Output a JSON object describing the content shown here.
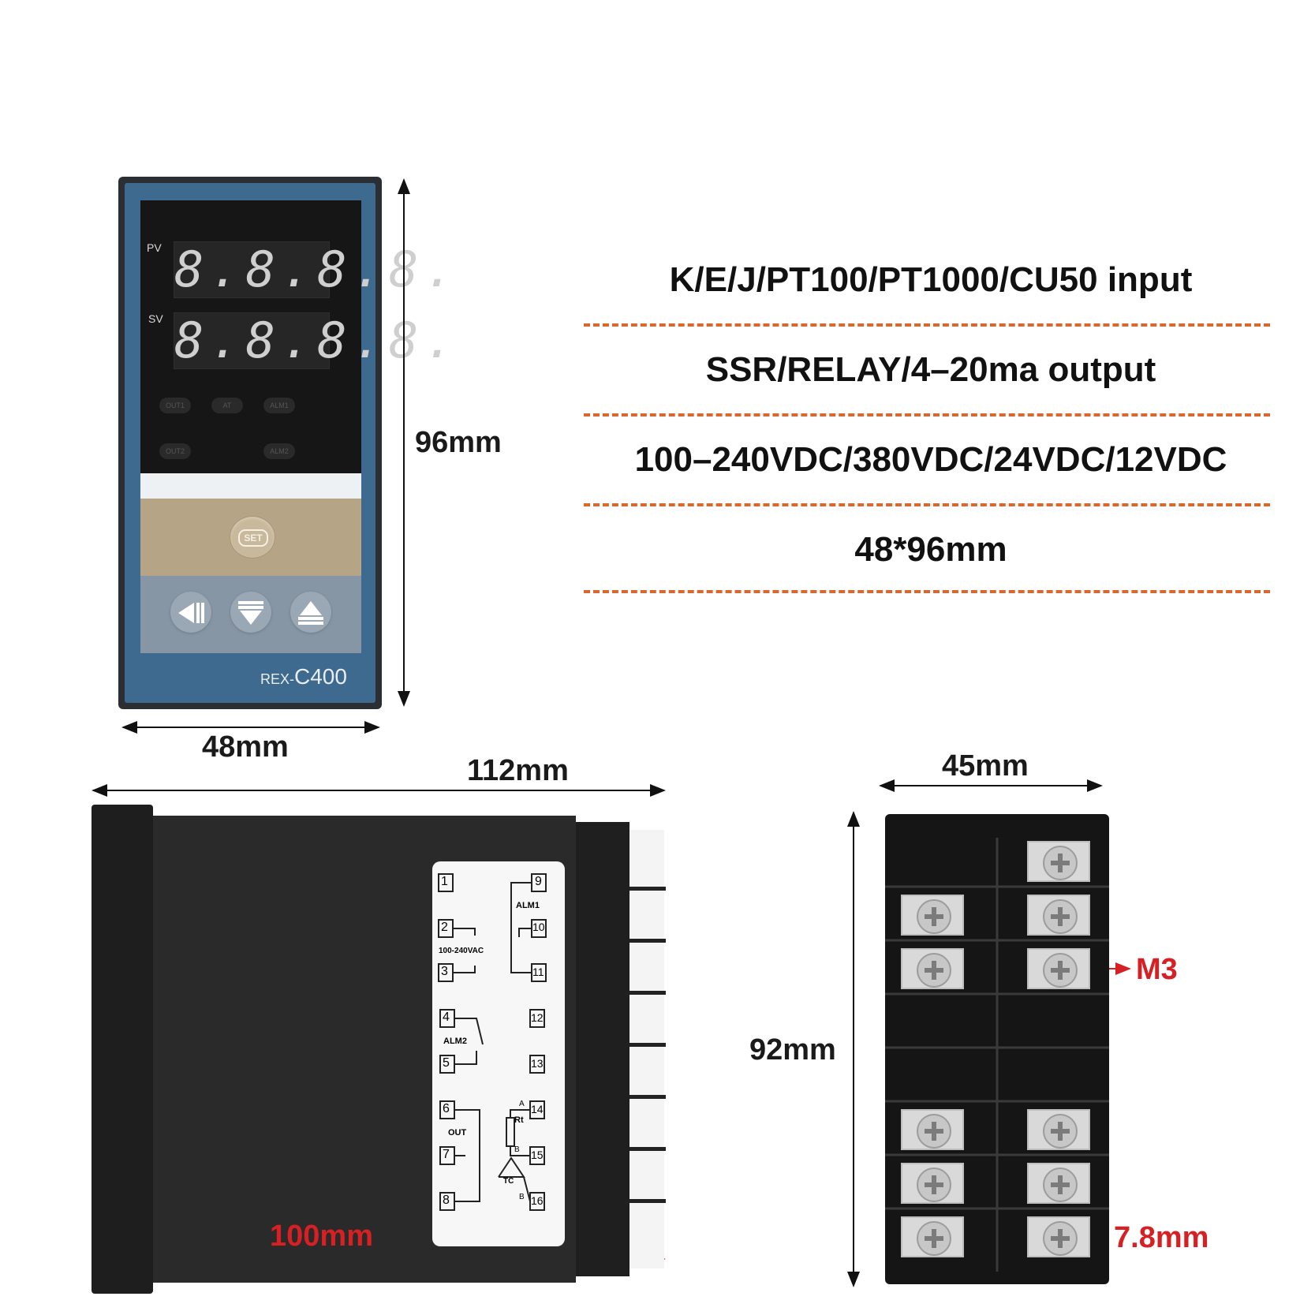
{
  "front_panel": {
    "pv_label": "PV",
    "sv_label": "SV",
    "pv_display": "8.8.8.8.",
    "sv_display": "8.8.8.8.",
    "leds": [
      "OUT1",
      "AT",
      "ALM1",
      "OUT2",
      "ALM2"
    ],
    "set_label": "SET",
    "model_prefix": "REX-",
    "model_name": "C400"
  },
  "dimensions": {
    "height": "96mm",
    "width": "48mm",
    "depth_total": "112mm",
    "depth_body": "100mm",
    "rear_width": "45mm",
    "rear_height": "92mm",
    "terminal_pitch": "7.8mm",
    "screw_size": "M3"
  },
  "specs": [
    "K/E/J/PT100/PT1000/CU50 input",
    "SSR/RELAY/4–20ma output",
    "100–240VDC/380VDC/24VDC/12VDC",
    "48*96mm"
  ],
  "wiring_label": {
    "left_terminals": [
      "1",
      "2",
      "3",
      "4",
      "5",
      "6",
      "7",
      "8"
    ],
    "right_terminals": [
      "9",
      "10",
      "11",
      "12",
      "13",
      "14",
      "15",
      "16"
    ],
    "power": "100-240VAC",
    "alm1": "ALM1",
    "alm2": "ALM2",
    "out": "OUT",
    "rt": "Rt",
    "tc": "TC",
    "a": "A",
    "b1": "B",
    "b2": "B"
  },
  "colors": {
    "accent_dash": "#d8682e",
    "dimension_red": "#d62024",
    "panel_blue": "#3e6a8f"
  }
}
